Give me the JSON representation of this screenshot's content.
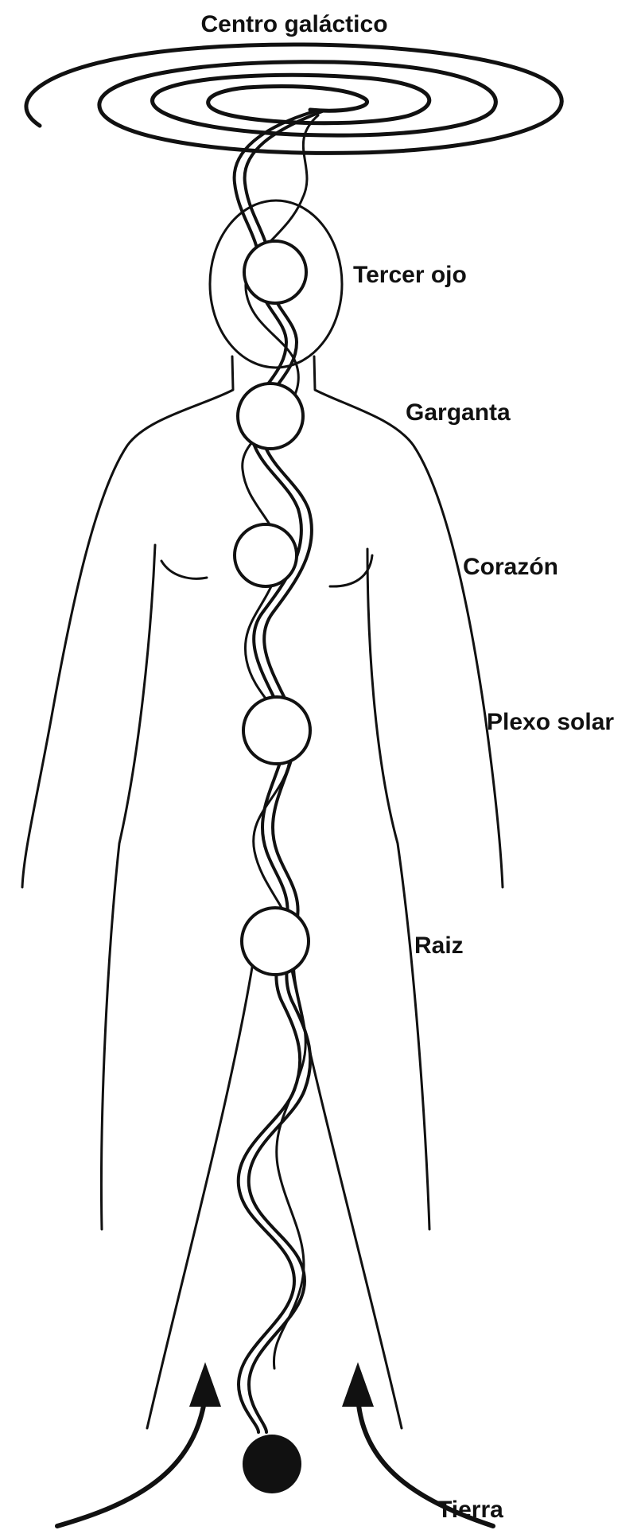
{
  "labels": {
    "galactic_center": "Centro galáctico",
    "third_eye": "Tercer ojo",
    "throat": "Garganta",
    "heart": "Corazón",
    "solar_plexus": "Plexo solar",
    "root": "Raiz",
    "earth": "Tierra"
  },
  "colors": {
    "ink": "#111111",
    "paper": "#ffffff"
  }
}
